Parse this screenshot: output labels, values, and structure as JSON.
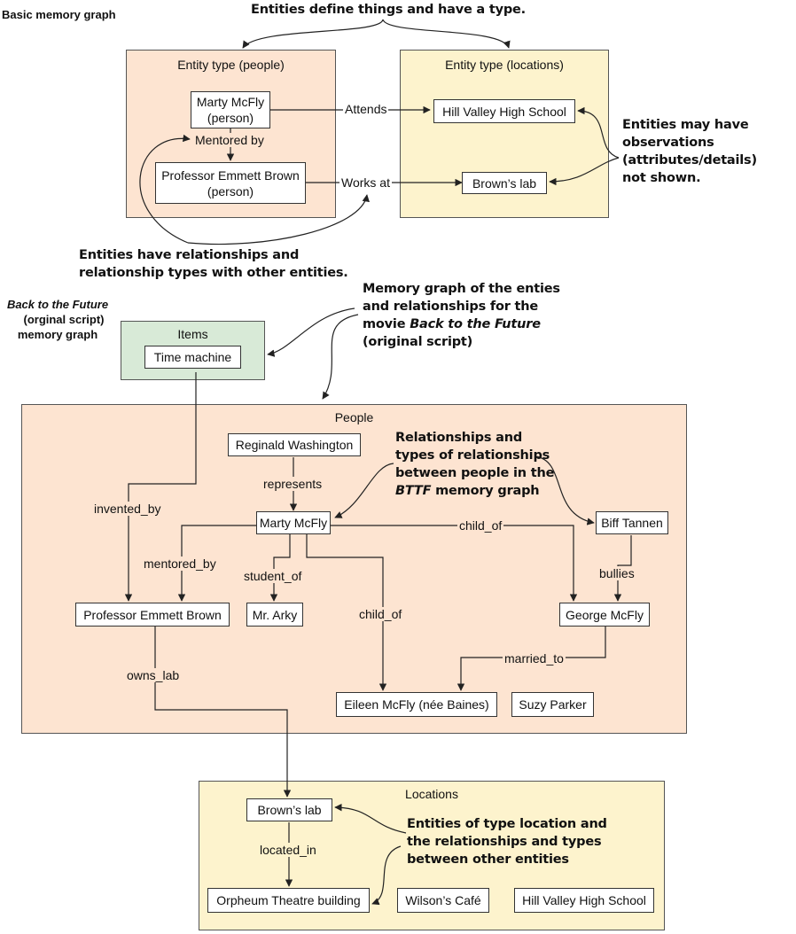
{
  "sections": {
    "basic": "Basic memory graph",
    "bttf_line1": "Back to the Future",
    "bttf_line2": "(orginal script)",
    "bttf_line3": "memory graph"
  },
  "basic_graph": {
    "people_title": "Entity type (people)",
    "locations_title": "Entity type (locations)",
    "marty_name": "Marty McFly",
    "marty_type": "(person)",
    "doc_name": "Professor Emmett Brown",
    "doc_type": "(person)",
    "school": "Hill Valley High School",
    "lab": "Brown’s lab",
    "rel_attends": "Attends",
    "rel_mentored": "Mentored by",
    "rel_works": "Works at"
  },
  "notes": {
    "define_types": "Entities define things and have a type.",
    "observations": [
      "Entities may have",
      "observations",
      "(attributes/details)",
      "not shown."
    ],
    "relationships": [
      "Entities have relationships and",
      "relationship types with other entities."
    ],
    "memory_graph_1": "Memory graph of the enties",
    "memory_graph_2": "and relationships for the",
    "memory_graph_3_pre": "movie ",
    "memory_graph_3_em": "Back to the Future",
    "memory_graph_4": "(original script)",
    "people_rel_1": "Relationships and",
    "people_rel_2": "types of relationships",
    "people_rel_3": "between people in the",
    "people_rel_4_em": "BTTF",
    "people_rel_4_post": " memory graph",
    "location_rel": [
      "Entities of type location and",
      "the relationships and types",
      "between other entities"
    ]
  },
  "bttf_graph": {
    "items_title": "Items",
    "people_title": "People",
    "locations_title": "Locations",
    "time_machine": "Time machine",
    "reginald": "Reginald Washington",
    "marty": "Marty McFly",
    "biff": "Biff Tannen",
    "doc": "Professor Emmett Brown",
    "arky": "Mr. Arky",
    "george": "George McFly",
    "eileen": "Eileen McFly (née Baines)",
    "suzy": "Suzy Parker",
    "lab": "Brown’s lab",
    "orpheum": "Orpheum Theatre building",
    "wilsons": "Wilson’s Café",
    "school": "Hill Valley High School",
    "rel_invented_by": "invented_by",
    "rel_represents": "represents",
    "rel_child_of_1": "child_of",
    "rel_mentored_by": "mentored_by",
    "rel_student_of": "student_of",
    "rel_child_of_2": "child_of",
    "rel_bullies": "bullies",
    "rel_married_to": "married_to",
    "rel_owns_lab": "owns_lab",
    "rel_located_in": "located_in"
  },
  "colors": {
    "people_fill": "#fde4d1",
    "location_fill": "#fdf3cd",
    "items_fill": "#d8ead7",
    "border": "#555555"
  }
}
